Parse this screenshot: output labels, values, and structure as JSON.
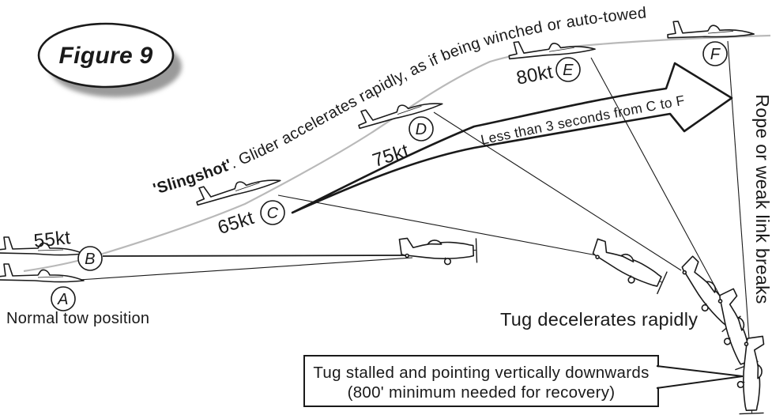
{
  "figure": {
    "label": "Figure 9"
  },
  "trajectory_caption": {
    "bold": "'Slingshot'",
    "rest": ". Glider accelerates rapidly, as if being winched or auto-towed"
  },
  "positions": [
    {
      "id": "A",
      "speed": ""
    },
    {
      "id": "B",
      "speed": "55kt"
    },
    {
      "id": "C",
      "speed": "65kt"
    },
    {
      "id": "D",
      "speed": "75kt"
    },
    {
      "id": "E",
      "speed": "80kt"
    },
    {
      "id": "F",
      "speed": ""
    }
  ],
  "annotations": {
    "normal_tow": "Normal tow position",
    "arrow_label": "Less than 3 seconds from C to F",
    "rope_label": "Rope or weak link breaks",
    "tug_label": "Tug decelerates rapidly",
    "callout_line1": "Tug stalled and pointing vertically downwards",
    "callout_line2": "(800' minimum needed for recovery)"
  },
  "colors": {
    "ink": "#1a1a1a",
    "trajectory_gray": "#b9b9b9",
    "background": "#ffffff"
  }
}
